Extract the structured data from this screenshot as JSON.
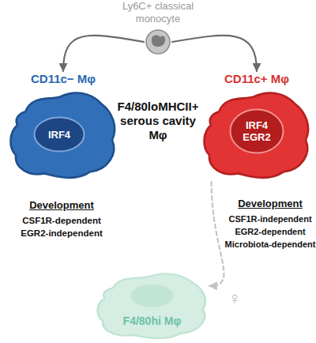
{
  "diagram": {
    "nodes": [
      {
        "text": [
          "Ly6C+ classical monocyte"
        ]
      },
      {
        "text": [
          "CD11c− Mφ"
        ]
      },
      {
        "text": [
          "IRF4"
        ],
        "in": 1
      },
      {
        "text": [
          "CD11c+ Mφ"
        ]
      },
      {
        "text": [
          "IRF4 EGR2"
        ],
        "in": 3
      },
      {
        "text": [
          "F4/80hi Mφ"
        ]
      }
    ],
    "edges": [
      {
        "from": 0,
        "to": 1,
        "arrow": "to"
      },
      {
        "from": 0,
        "to": 3,
        "arrow": "to"
      },
      {
        "from": 3,
        "to": 5,
        "arrow": "to"
      }
    ],
    "labels": [
      "F4/80loMHCII+ serous cavity Mφ",
      "Development",
      "CSF1R-dependent",
      "EGR2-independent",
      "Development",
      "CSF1R-independent",
      "EGR2-dependent",
      "Microbiota-dependent",
      "♀"
    ]
  }
}
